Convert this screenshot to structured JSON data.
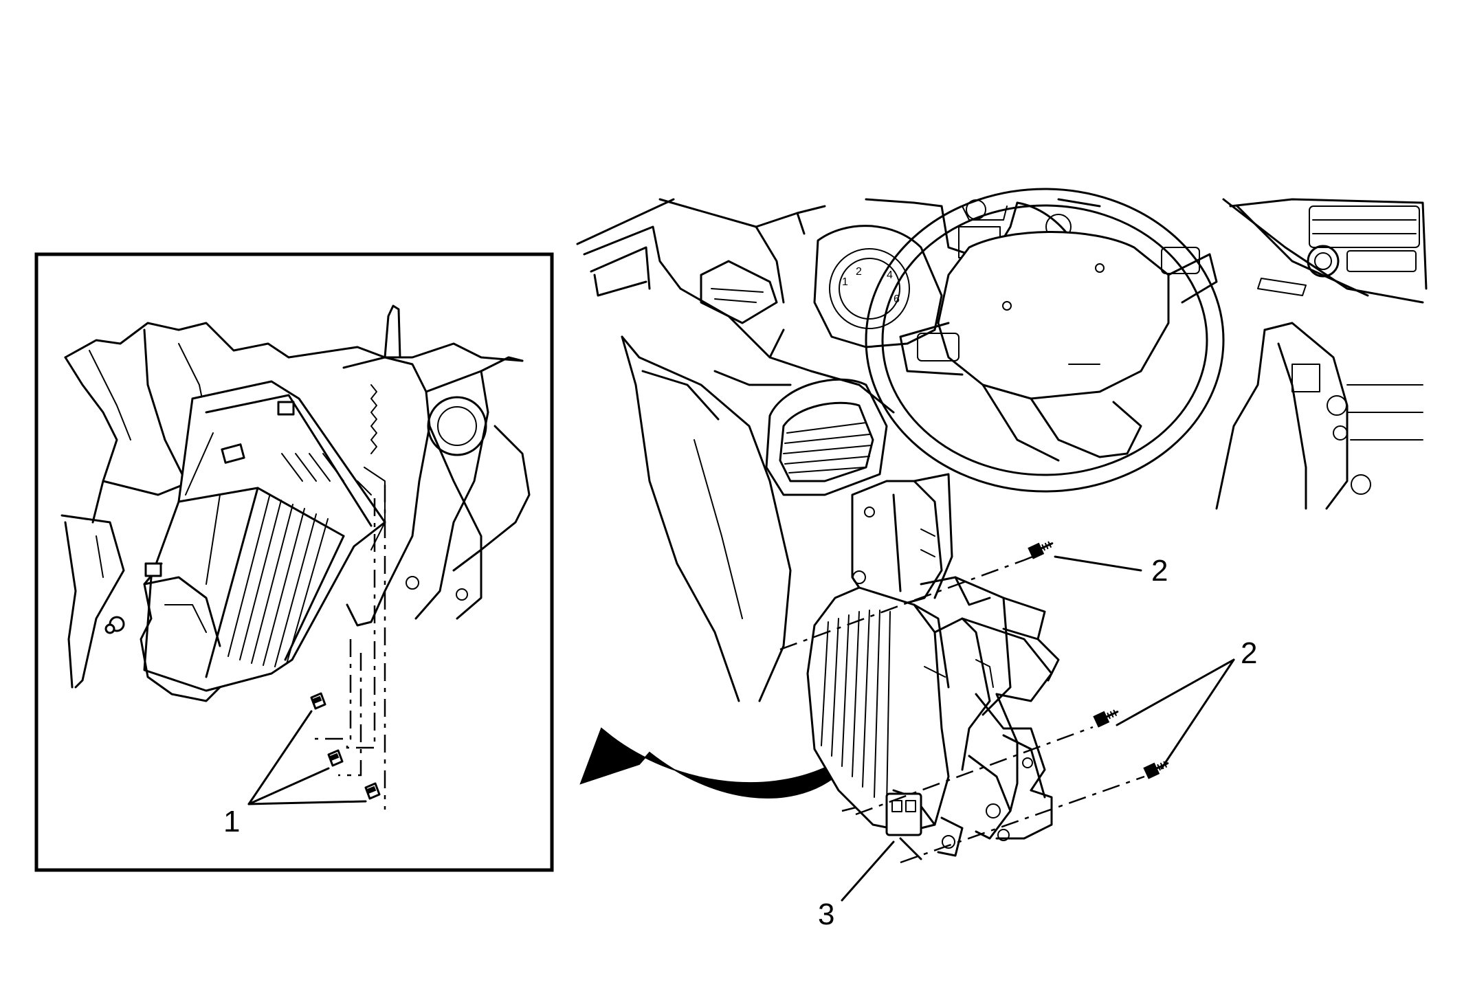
{
  "callouts": {
    "fastener_label": "1",
    "bolt_label_upper": "2",
    "bolt_label_lower": "2",
    "module_label": "3"
  },
  "icons": {
    "arrow": "curved-arrow-icon",
    "steering_wheel": "steering-wheel-icon",
    "module": "amplifier-module-icon"
  },
  "colors": {
    "ink": "#000000",
    "paper": "#ffffff"
  }
}
